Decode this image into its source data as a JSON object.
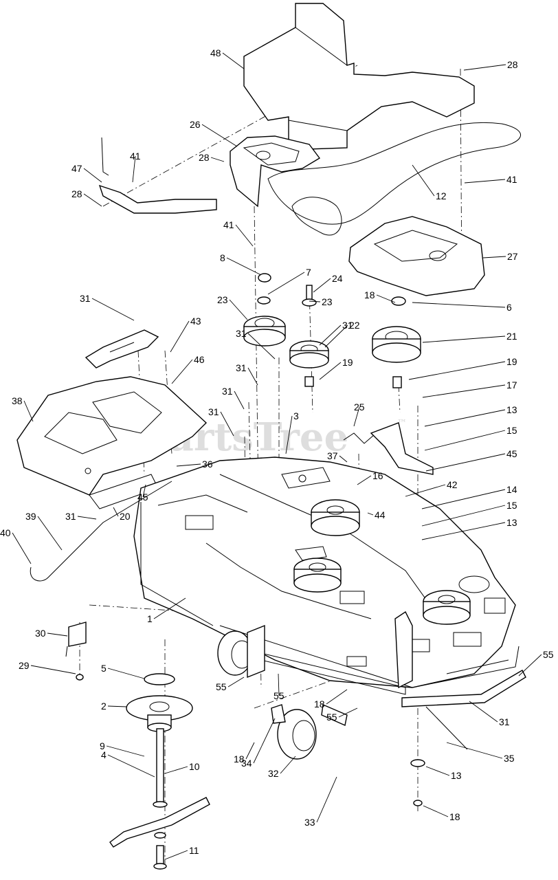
{
  "watermark": {
    "text": "PartsTree",
    "mark": "™"
  },
  "callouts": [
    "48",
    "28",
    "26",
    "41",
    "47",
    "28",
    "28",
    "41",
    "12",
    "41",
    "27",
    "8",
    "7",
    "24",
    "18",
    "23",
    "6",
    "23",
    "31",
    "31",
    "43",
    "31",
    "22",
    "21",
    "46",
    "31",
    "19",
    "19",
    "17",
    "38",
    "31",
    "31",
    "25",
    "13",
    "3",
    "15",
    "37",
    "16",
    "45",
    "36",
    "45",
    "44",
    "20",
    "42",
    "31",
    "14",
    "39",
    "15",
    "13",
    "40",
    "1",
    "55",
    "30",
    "5",
    "29",
    "55",
    "55",
    "18",
    "2",
    "55",
    "31",
    "18",
    "35",
    "4",
    "34",
    "13",
    "9",
    "32",
    "10",
    "33",
    "18",
    "11"
  ]
}
